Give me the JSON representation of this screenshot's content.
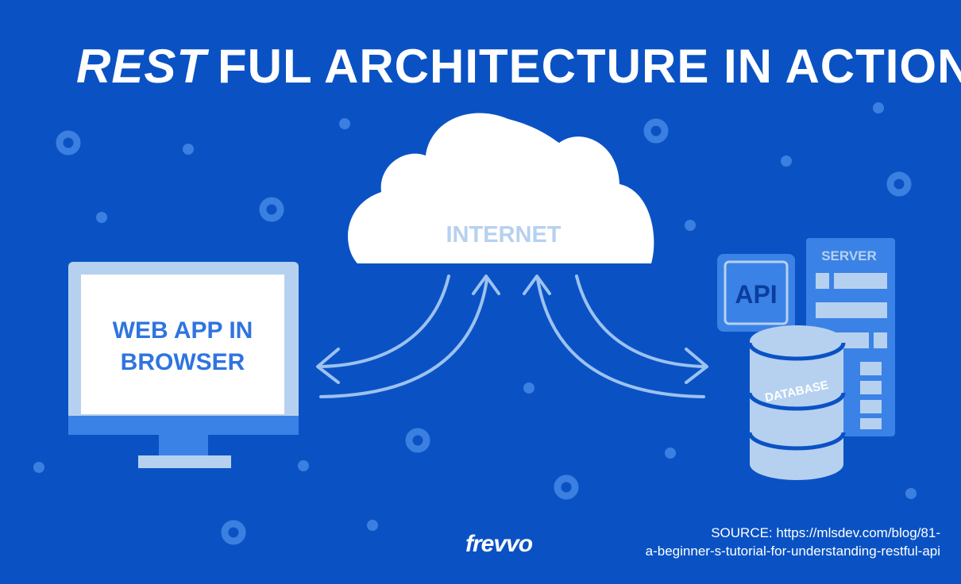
{
  "title": {
    "emphasis": "REST",
    "rest": "FUL ARCHITECTURE IN ACTION"
  },
  "cloud": {
    "label": "INTERNET"
  },
  "monitor": {
    "line1": "WEB APP IN",
    "line2": "BROWSER"
  },
  "server": {
    "label": "SERVER"
  },
  "api": {
    "label": "API"
  },
  "database": {
    "label": "DATABASE"
  },
  "source": {
    "line1": "SOURCE: https://mlsdev.com/blog/81-",
    "line2": "a-beginner-s-tutorial-for-understanding-restful-api"
  },
  "logo": {
    "text": "frevvo"
  },
  "colors": {
    "background": "#0a52c4",
    "light_blue": "#b6d1f0",
    "mid_blue": "#3b82e6",
    "arrow": "#9cc2f0",
    "white": "#ffffff"
  }
}
